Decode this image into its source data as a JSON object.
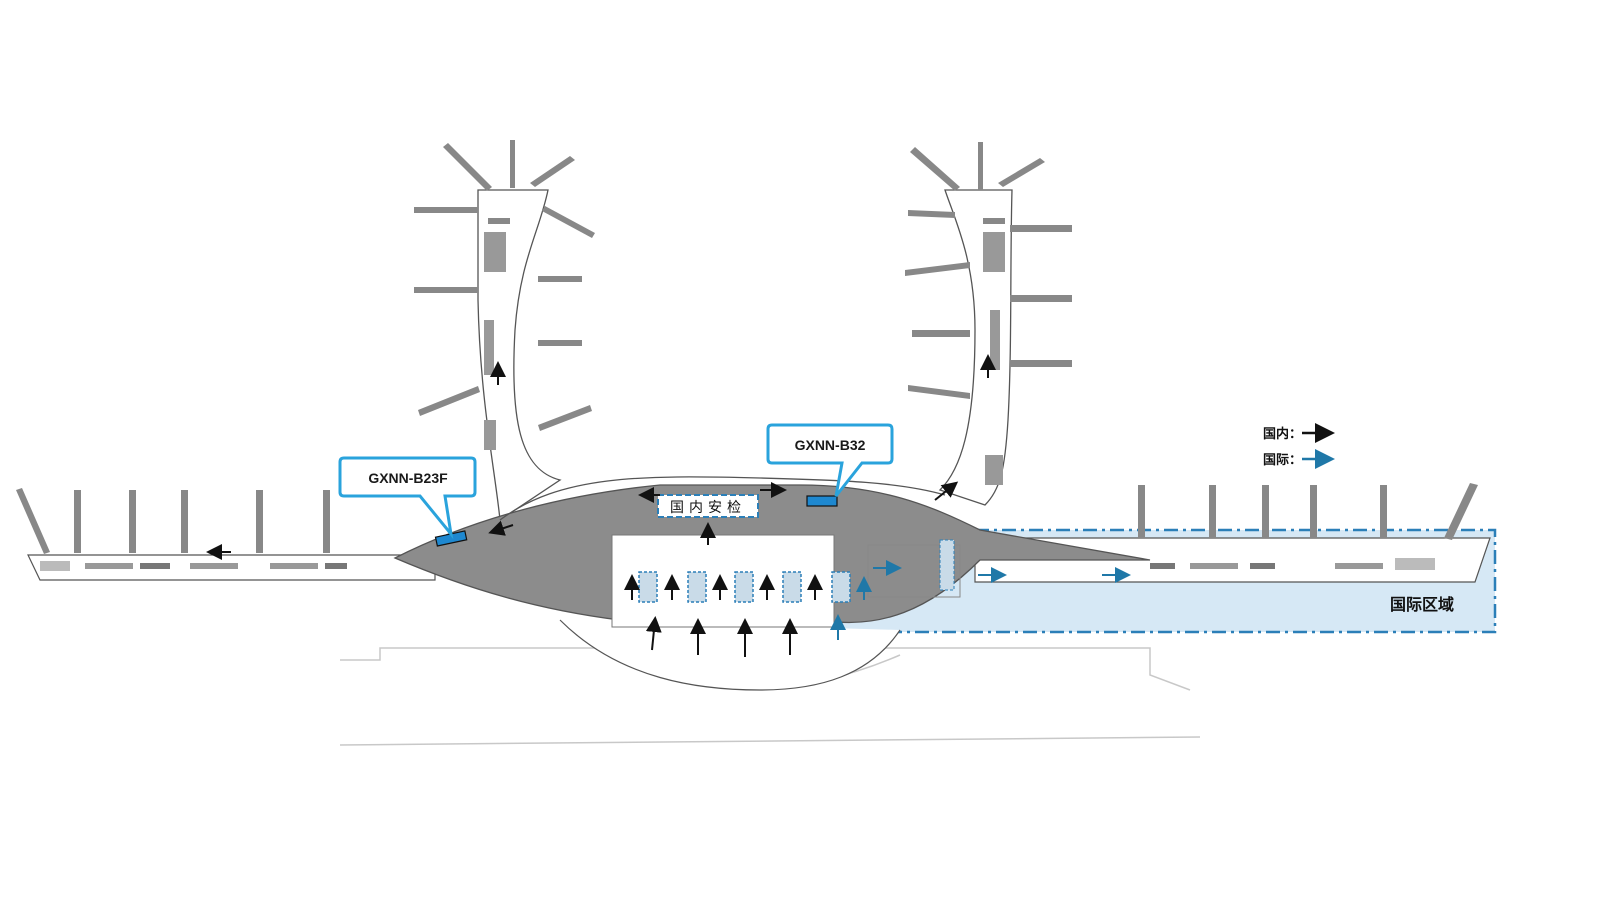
{
  "labels": {
    "callout_left": "GXNN-B23F",
    "callout_right": "GXNN-B32",
    "security_label": "国内安检",
    "international_area": "国际区域"
  },
  "legend": {
    "domestic_label": "国内：",
    "international_label": "国际："
  },
  "colors": {
    "domestic_arrow": "#111111",
    "international_arrow": "#1f78a8",
    "callout_border": "#2aa3dc",
    "marker_fill": "#1e88d0",
    "international_zone_fill": "#d6e8f5",
    "international_zone_border": "#2b7fb8",
    "terminal_floor": "#8c8c8c",
    "terminal_outline": "#555555"
  }
}
